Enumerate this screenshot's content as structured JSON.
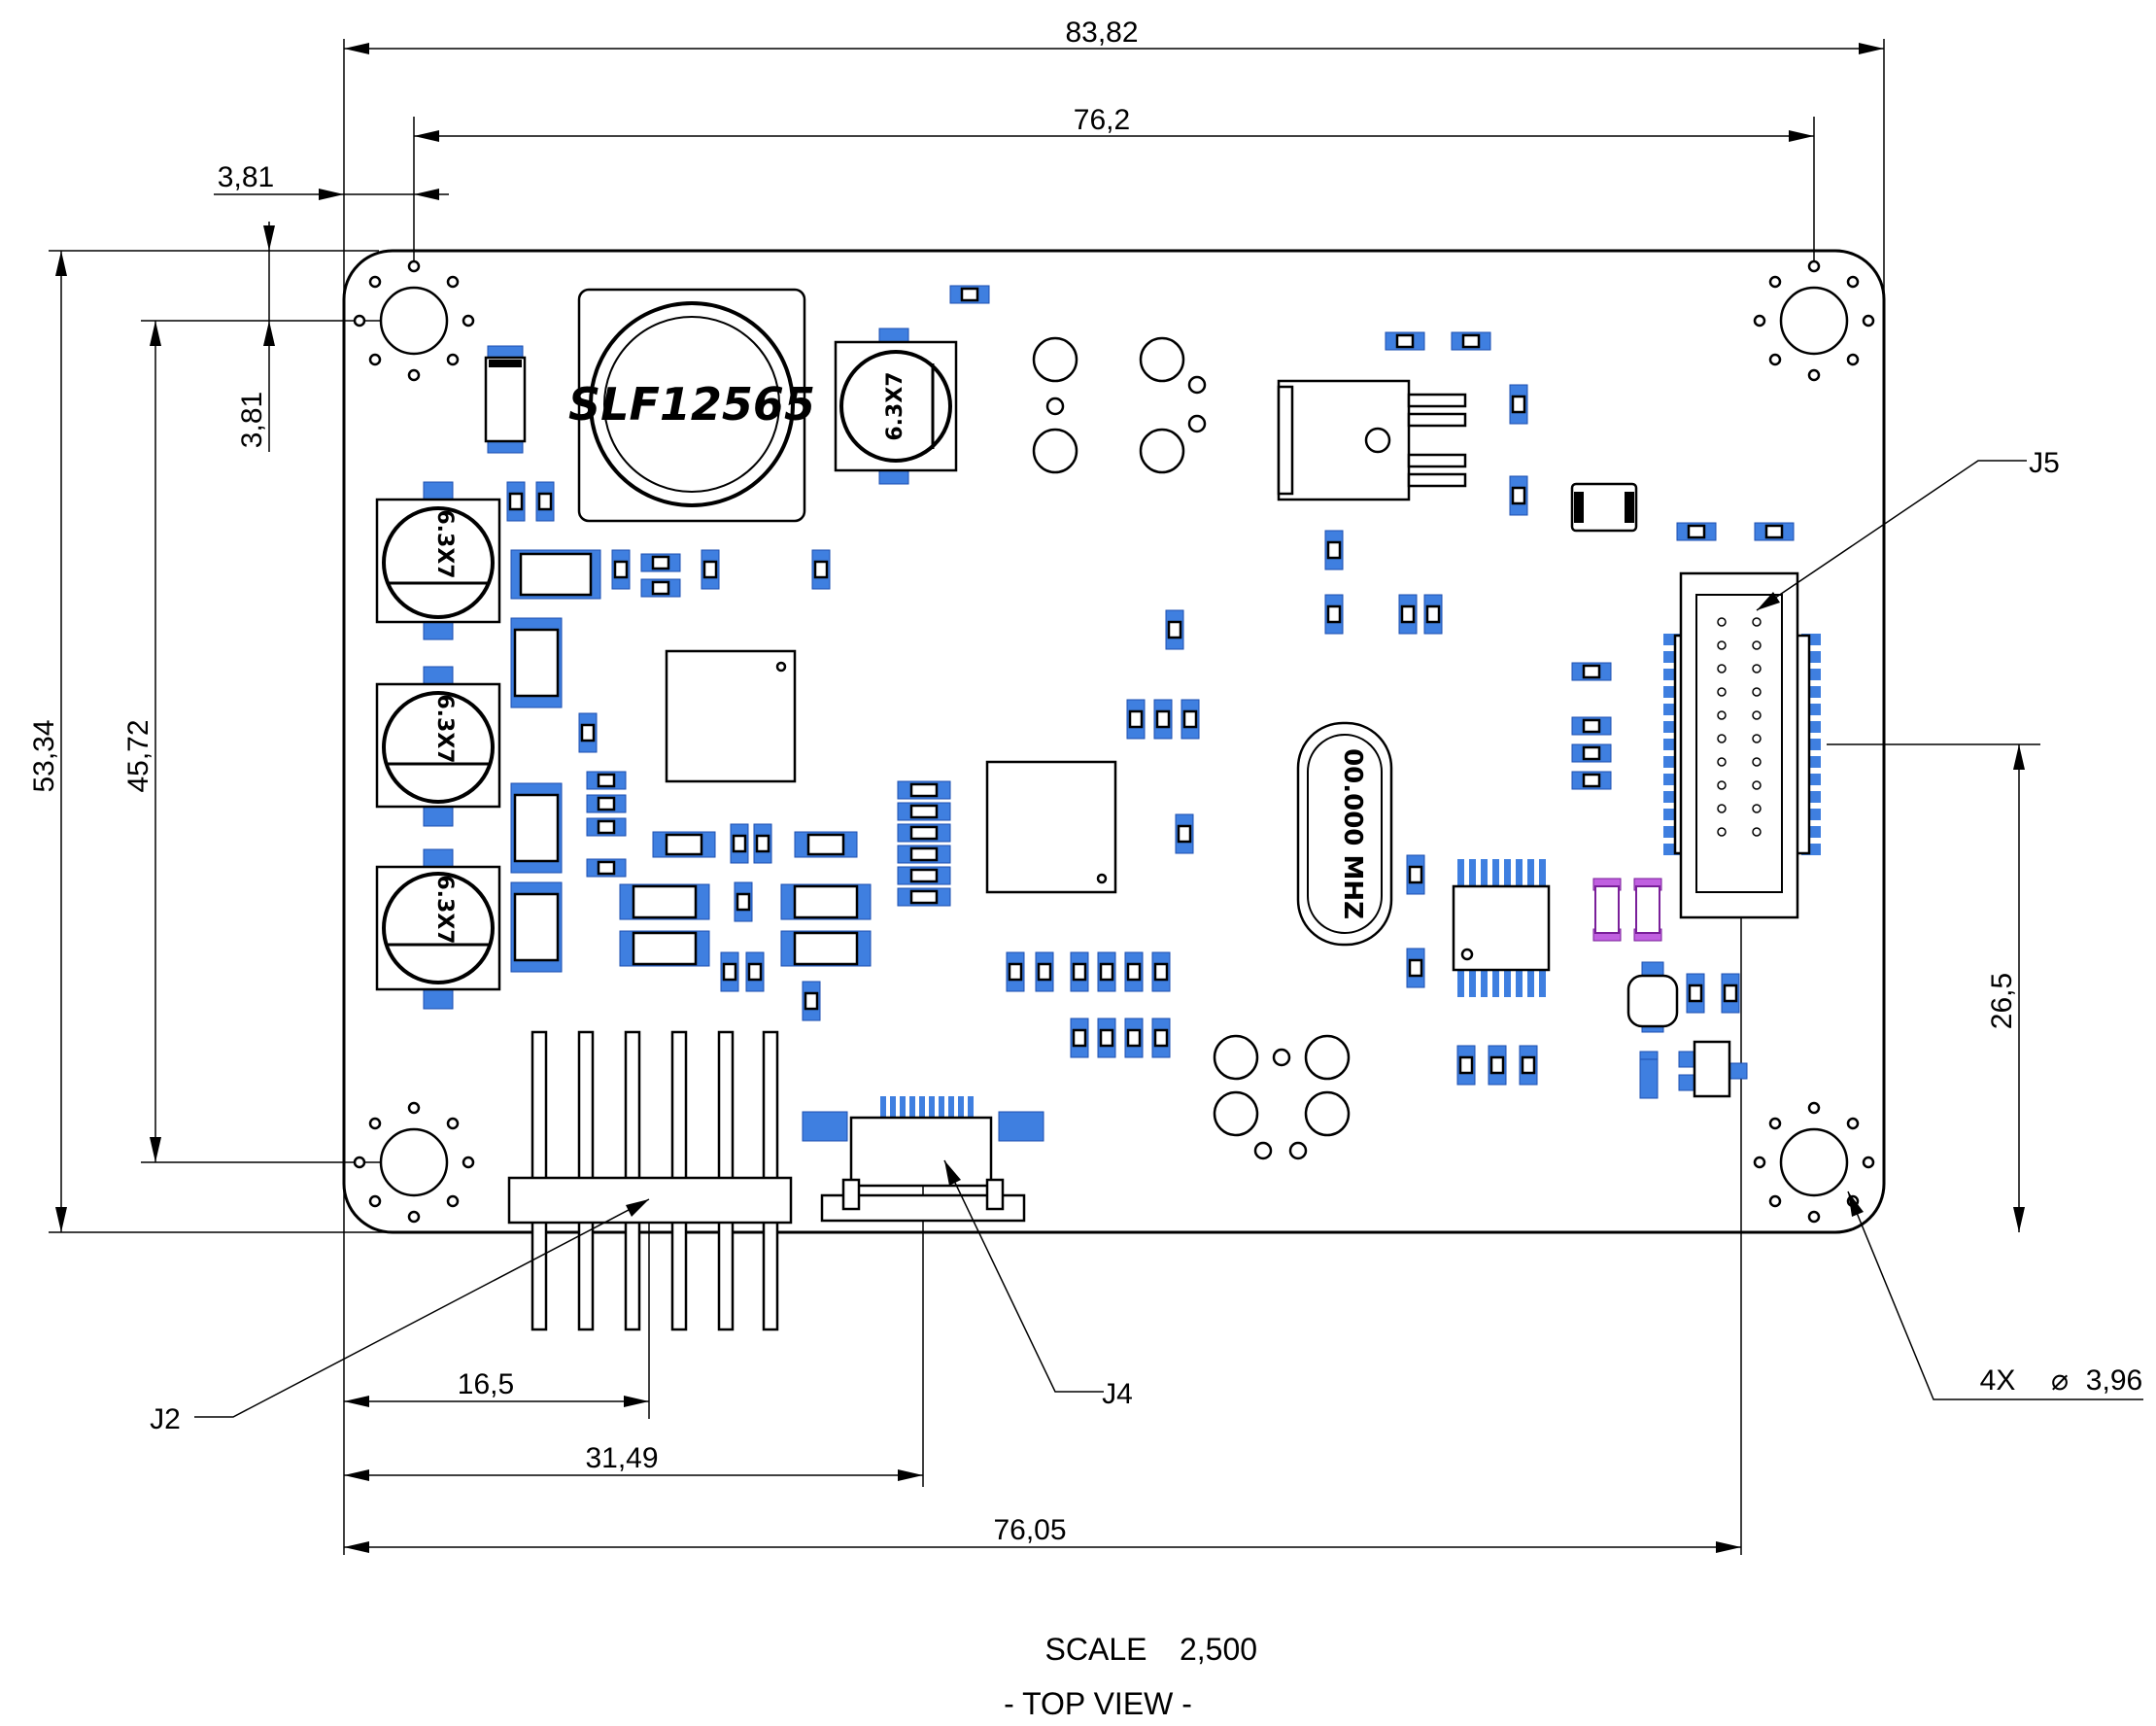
{
  "dimensions": {
    "overall_width": "83,82",
    "hole_spacing_x": "76,2",
    "hole_offset_x": "3,81",
    "hole_offset_y": "3,81",
    "overall_height": "53,34",
    "hole_spacing_y": "45,72",
    "j5_height": "26,5",
    "j2_offset": "16,5",
    "j4_offset": "31,49",
    "j5_offset": "76,05",
    "hole_callout_qty": "4X",
    "hole_callout_symbol": "⌀",
    "hole_callout_dia": "3,96"
  },
  "labels": {
    "j2": "J2",
    "j4": "J4",
    "j5": "J5"
  },
  "component_marks": {
    "inductor": "SLF12565",
    "cap1": "6.3X7",
    "cap2": "6.3X7",
    "cap3": "6.3X7",
    "cap4": "6.3X7",
    "crystal": "00.000 MHZ"
  },
  "footer": {
    "scale_label": "SCALE",
    "scale_value": "2,500",
    "view_label": "- TOP VIEW -"
  },
  "colors": {
    "pads": "#3f7fe0",
    "led_pads": "#c060e0",
    "lines": "#000000"
  }
}
